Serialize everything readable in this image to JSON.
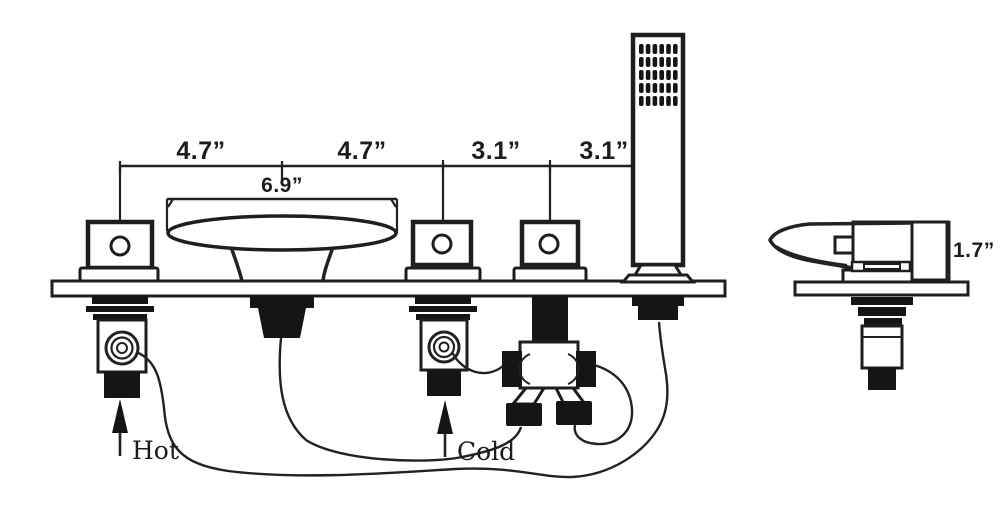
{
  "diagram": {
    "type": "faucet-installation-drawing",
    "views": {
      "front": "deck-mounted roman tub faucet with hot valve, spout, cold valve, diverter and hand shower",
      "side": "spout profile side view"
    },
    "dims": {
      "hot_to_spout": "4.7”",
      "spout_to_cold": "4.7”",
      "cold_to_diverter": "3.1”",
      "diverter_to_shower": "3.1”",
      "spout_width": "6.9”",
      "spout_height": "1.7”"
    },
    "labels": {
      "hot": "Hot",
      "cold": "Cold"
    },
    "colors": {
      "line": "#222222",
      "ink": "#151515",
      "background": "#ffffff"
    }
  }
}
